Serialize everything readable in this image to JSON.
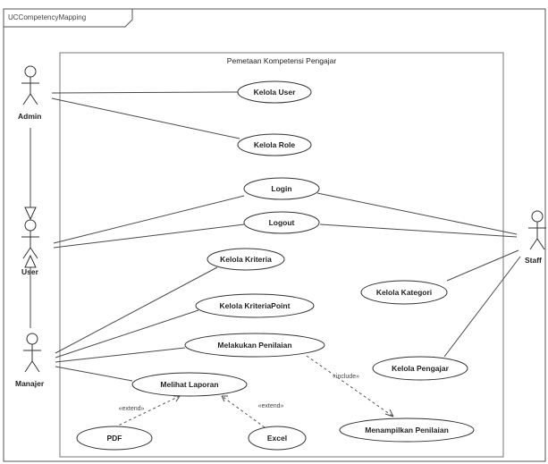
{
  "diagram": {
    "frame_title": "UCCompetencyMapping",
    "system_title": "Pemetaan Kompetensi Pengajar",
    "actors": {
      "admin": "Admin",
      "user": "User",
      "manajer": "Manajer",
      "staff": "Staff"
    },
    "use_cases": {
      "kelola_user": "Kelola User",
      "kelola_role": "Kelola Role",
      "login": "Login",
      "logout": "Logout",
      "kelola_kriteria": "Kelola Kriteria",
      "kelola_kriteriapoint": "Kelola KriteriaPoint",
      "melakukan_penilaian": "Melakukan Penilaian",
      "melihat_laporan": "Melihat Laporan",
      "pdf": "PDF",
      "excel": "Excel",
      "kelola_kategori": "Kelola Kategori",
      "kelola_pengajar": "Kelola Pengajar",
      "menampilkan_penilaian": "Menampilkan Penilaian"
    },
    "stereotypes": {
      "include": "«include»",
      "extend_pdf": "«extend»",
      "extend_excel": "«extend»"
    }
  }
}
